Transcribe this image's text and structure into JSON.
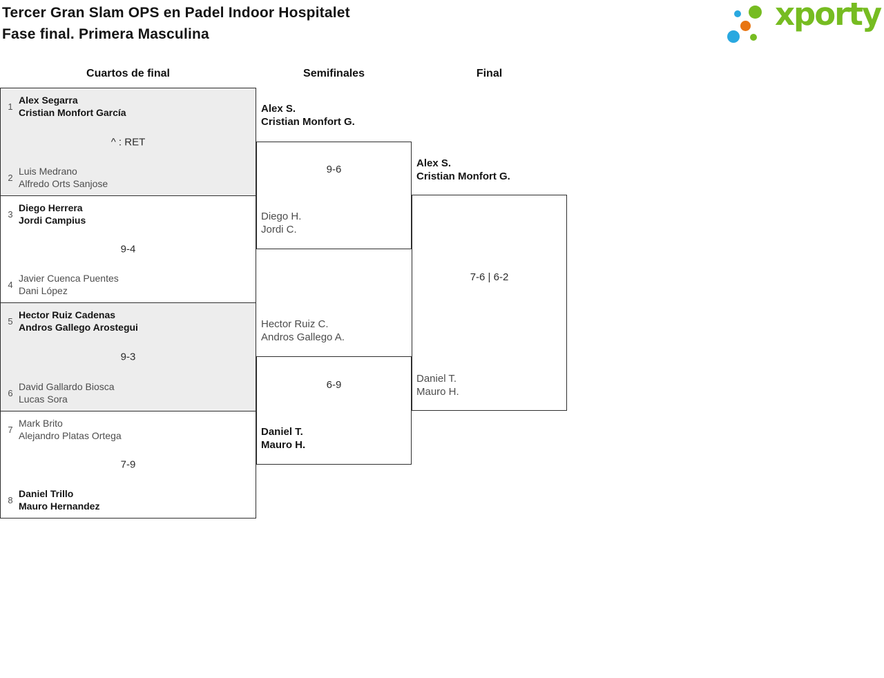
{
  "page": {
    "title_line1": "Tercer Gran Slam OPS en Padel Indoor Hospitalet",
    "title_line2": "Fase final. Primera Masculina"
  },
  "logo": {
    "text": "xporty",
    "green": "#76bc21",
    "blue": "#29a8e0",
    "orange": "#e87511"
  },
  "round_headers": {
    "quarterfinals": "Cuartos de final",
    "semifinals": "Semifinales",
    "final": "Final"
  },
  "bracket": {
    "quarterfinals": [
      {
        "score": "^ : RET",
        "teams": [
          {
            "seed": "1",
            "winner": true,
            "players": [
              "Alex Segarra",
              "Cristian Monfort García"
            ]
          },
          {
            "seed": "2",
            "winner": false,
            "players": [
              "Luis Medrano",
              "Alfredo Orts Sanjose"
            ]
          }
        ]
      },
      {
        "score": "9-4",
        "teams": [
          {
            "seed": "3",
            "winner": true,
            "players": [
              "Diego Herrera",
              "Jordi Campius"
            ]
          },
          {
            "seed": "4",
            "winner": false,
            "players": [
              "Javier Cuenca Puentes",
              "Dani López"
            ]
          }
        ]
      },
      {
        "score": "9-3",
        "teams": [
          {
            "seed": "5",
            "winner": true,
            "players": [
              "Hector Ruiz Cadenas",
              "Andros Gallego Arostegui"
            ]
          },
          {
            "seed": "6",
            "winner": false,
            "players": [
              "David Gallardo Biosca",
              "Lucas Sora"
            ]
          }
        ]
      },
      {
        "score": "7-9",
        "teams": [
          {
            "seed": "7",
            "winner": false,
            "players": [
              "Mark Brito",
              "Alejandro Platas Ortega"
            ]
          },
          {
            "seed": "8",
            "winner": true,
            "players": [
              "Daniel Trillo",
              "Mauro Hernandez"
            ]
          }
        ]
      }
    ],
    "semifinals": [
      {
        "score": "9-6",
        "teams": [
          {
            "winner": true,
            "players": [
              "Alex S.",
              "Cristian Monfort G."
            ]
          },
          {
            "winner": false,
            "players": [
              "Diego H.",
              "Jordi C."
            ]
          }
        ]
      },
      {
        "score": "6-9",
        "teams": [
          {
            "winner": false,
            "players": [
              "Hector Ruiz C.",
              "Andros Gallego A."
            ]
          },
          {
            "winner": true,
            "players": [
              "Daniel T.",
              "Mauro H."
            ]
          }
        ]
      }
    ],
    "final": {
      "score": "7-6 | 6-2",
      "teams": [
        {
          "winner": true,
          "players": [
            "Alex S.",
            "Cristian Monfort G."
          ]
        },
        {
          "winner": false,
          "players": [
            "Daniel T.",
            "Mauro H."
          ]
        }
      ]
    }
  }
}
